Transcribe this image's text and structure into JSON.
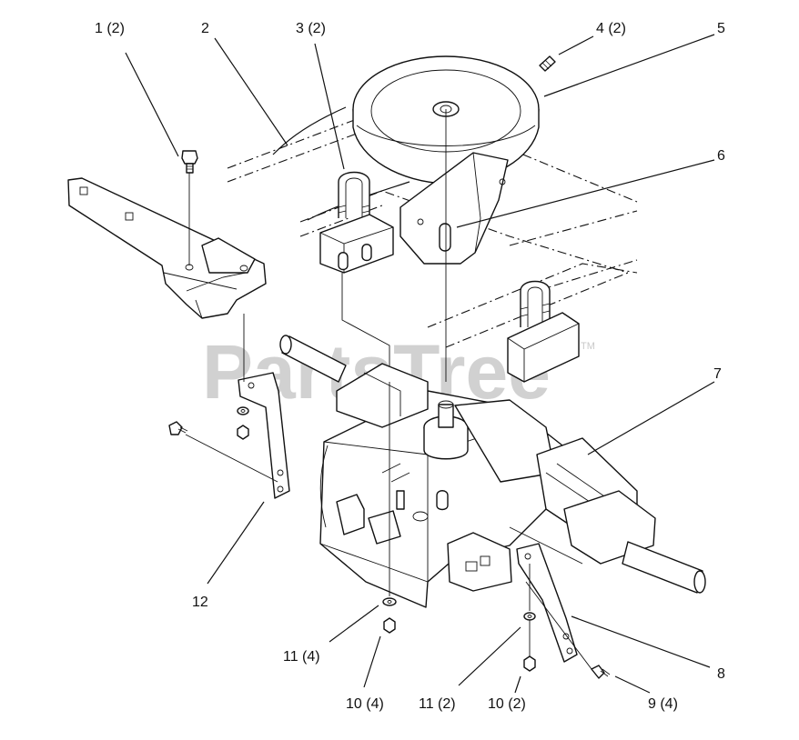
{
  "watermark": {
    "text": "PartsTree",
    "trademark": "TM"
  },
  "callouts": {
    "c1": "1 (2)",
    "c2": "2",
    "c3": "3 (2)",
    "c4": "4 (2)",
    "c5": "5",
    "c6": "6",
    "c7": "7",
    "c8": "8",
    "c9": "9 (4)",
    "c10a": "10 (4)",
    "c10b": "10 (2)",
    "c11a": "11 (4)",
    "c11b": "11 (2)",
    "c12": "12"
  }
}
